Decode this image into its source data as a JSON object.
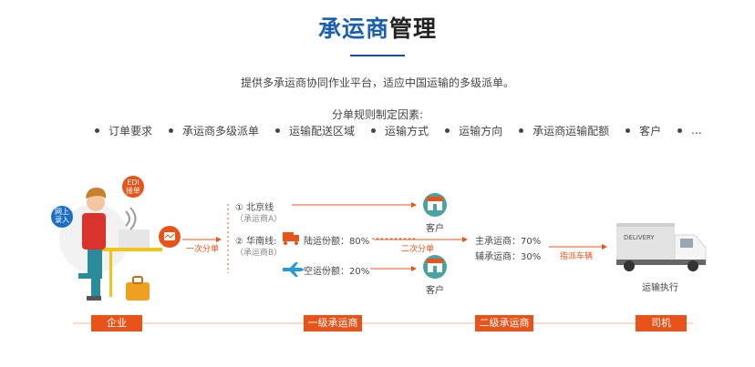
{
  "header": {
    "title_highlight": "承运商",
    "title_rest": "管理",
    "description": "提供多承运商协同作业平台，适应中国运输的多级派单。",
    "rules_title": "分单规则制定因素:"
  },
  "rules": [
    "订单要求",
    "承运商多级派单",
    "运输配送区域",
    "运输方式",
    "运输方向",
    "承运商运输配额",
    "客户",
    "..."
  ],
  "diagram": {
    "enterprise_badges": {
      "online": "网上\n录入",
      "edi": "EDI\n接单"
    },
    "arrow1_label": "一次分单",
    "routes": [
      {
        "label": "① 北京线",
        "sub": "（承运商A）"
      },
      {
        "label": "② 华南线:",
        "sub": "（承运商B）"
      }
    ],
    "land_share": "陆运份额：80%",
    "air_share": "空运份额：20%",
    "customer_label": "客户",
    "arrow2_label": "二次分单",
    "main_carrier": "主承运商：70%",
    "aux_carrier": "辅承运商：30%",
    "arrow3_label": "指派车辆",
    "truck_text": "DELIVERY",
    "truck_caption": "运输执行"
  },
  "stages": [
    "企业",
    "一级承运商",
    "二级承运商",
    "司机"
  ],
  "colors": {
    "accent": "#e8531a",
    "title_blue": "#1a5fb4",
    "customer_teal": "#4aa3a0"
  }
}
